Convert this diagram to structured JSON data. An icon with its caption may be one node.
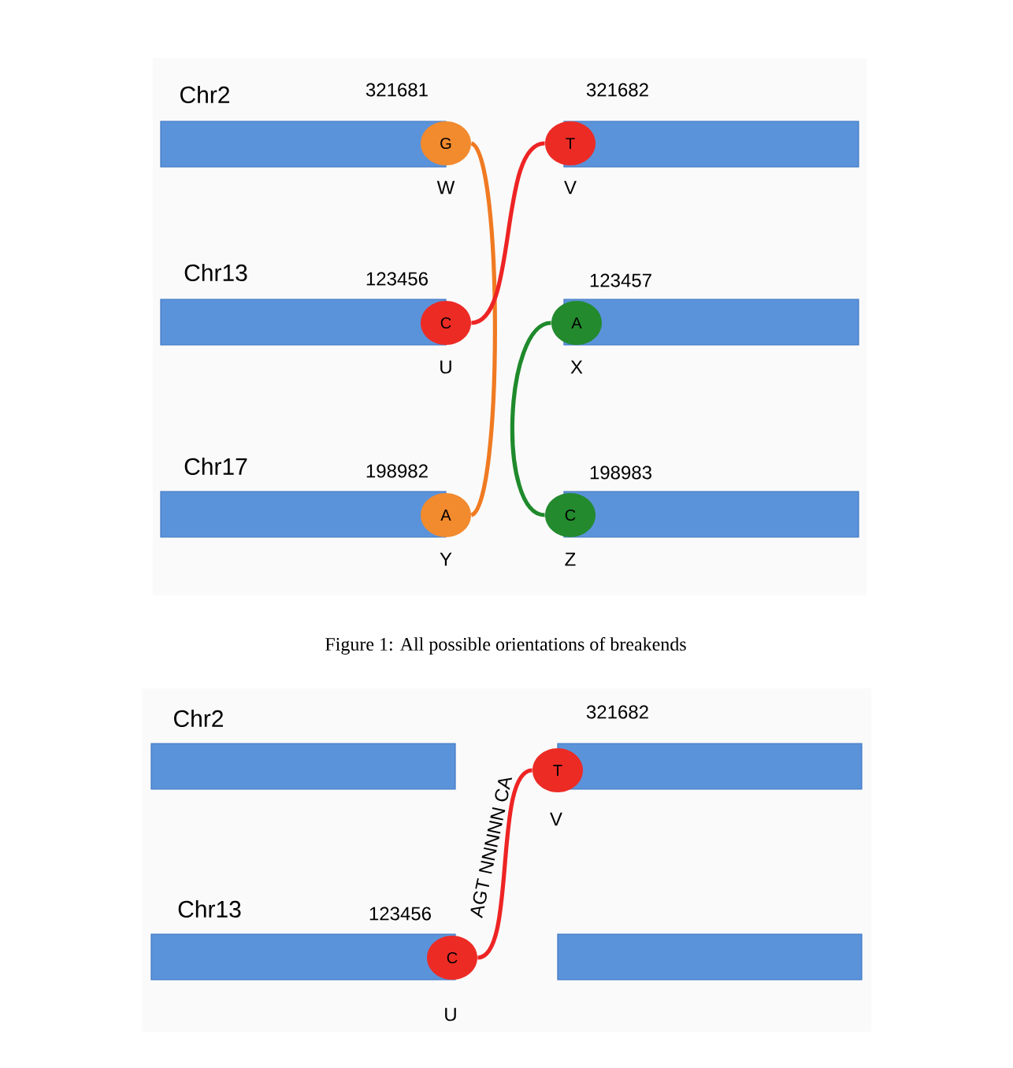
{
  "diagram": {
    "caption": "Figure 1: All possible orientations of breakends",
    "nodes": [
      {
        "text": [
          "G"
        ],
        "beside": [
          "321681",
          "W"
        ]
      },
      {
        "text": [
          "T"
        ],
        "beside": [
          "321682",
          "V"
        ]
      },
      {
        "text": [
          "C"
        ],
        "beside": [
          "123456",
          "U"
        ]
      },
      {
        "text": [
          "A"
        ],
        "beside": [
          "123457",
          "X"
        ]
      },
      {
        "text": [
          "A"
        ],
        "beside": [
          "198982",
          "Y"
        ]
      },
      {
        "text": [
          "C"
        ],
        "beside": [
          "198983",
          "Z"
        ]
      },
      {
        "text": [
          "T"
        ],
        "beside": [
          "321682",
          "V"
        ]
      },
      {
        "text": [
          "C"
        ],
        "beside": [
          "123456",
          "U"
        ]
      }
    ],
    "edges": [
      {
        "from": 0,
        "to": 4,
        "arrow": "none",
        "color": "#f07a22"
      },
      {
        "from": 1,
        "to": 2,
        "arrow": "none",
        "color": "#ee2424"
      },
      {
        "from": 3,
        "to": 5,
        "arrow": "none",
        "color": "#1f8a2c"
      },
      {
        "from": 7,
        "to": 6,
        "arrow": "none",
        "color": "#ee2424",
        "label": "AGT NNNNN CA"
      }
    ],
    "labels": [
      "Chr2",
      "Chr13",
      "Chr17",
      "Chr2",
      "Chr13"
    ]
  }
}
